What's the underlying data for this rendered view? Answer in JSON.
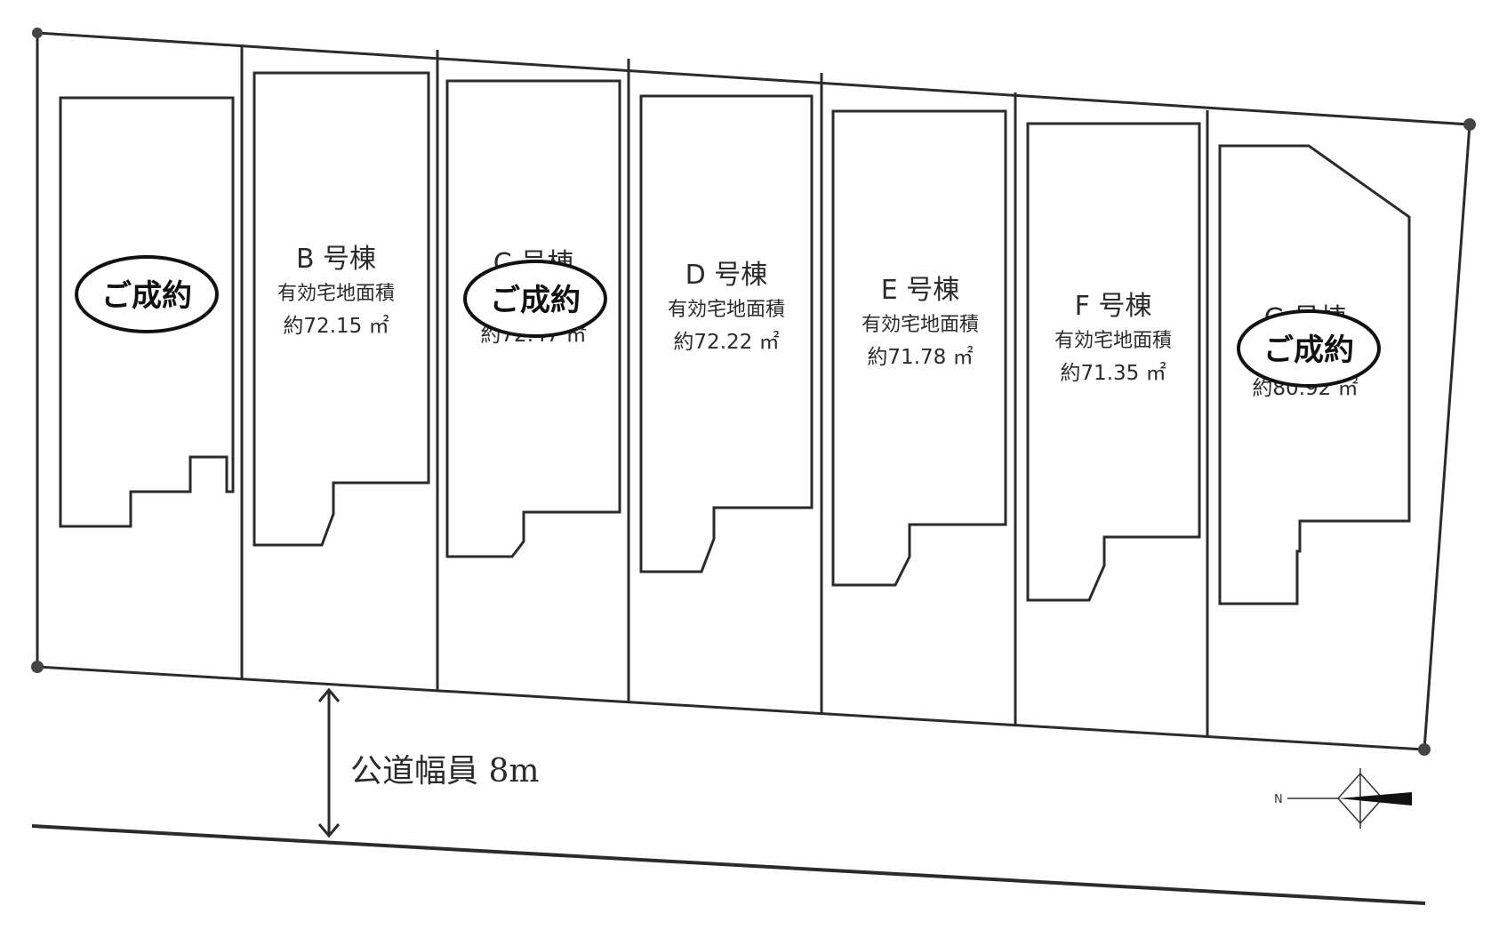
{
  "lots": [
    {
      "id": "A",
      "title": "",
      "label": "",
      "area": "",
      "sold": true
    },
    {
      "id": "B",
      "title": "B 号棟",
      "label": "有効宅地面積",
      "area": "約72.15 ㎡",
      "sold": false
    },
    {
      "id": "C",
      "title": "C 号棟",
      "label": "",
      "area": "約72.47 ㎡",
      "sold": true
    },
    {
      "id": "D",
      "title": "D 号棟",
      "label": "有効宅地面積",
      "area": "約72.22 ㎡",
      "sold": false
    },
    {
      "id": "E",
      "title": "E 号棟",
      "label": "有効宅地面積",
      "area": "約71.78 ㎡",
      "sold": false
    },
    {
      "id": "F",
      "title": "F 号棟",
      "label": "有効宅地面積",
      "area": "約71.35 ㎡",
      "sold": false
    },
    {
      "id": "G",
      "title": "G 号棟",
      "label": "",
      "area": "約80.92 ㎡",
      "sold": true
    }
  ],
  "sold_label": "ご成約",
  "road": {
    "label": "公道幅員 8m"
  },
  "compass": {
    "north_label": "N"
  },
  "colors": {
    "line": "#2b2b2b",
    "background": "#ffffff"
  }
}
